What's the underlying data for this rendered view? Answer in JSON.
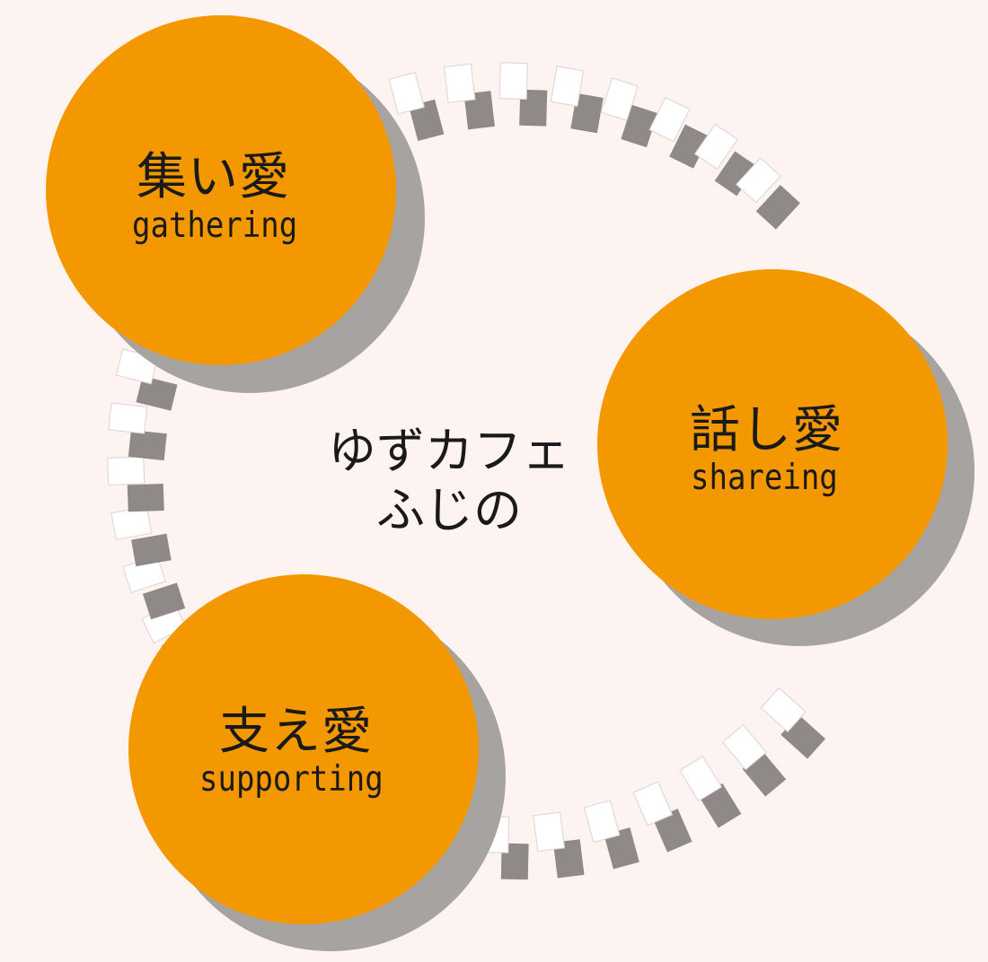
{
  "center": {
    "line1": "ゆずカフェ",
    "line2": "ふじの"
  },
  "nodes": [
    {
      "jp": "集い愛",
      "en": "gathering"
    },
    {
      "jp": "話し愛",
      "en": "shareing"
    },
    {
      "jp": "支え愛",
      "en": "supporting"
    }
  ],
  "colors": {
    "background": "#fdf4f2",
    "circle": "#f39800",
    "shadow": "#a7a3a1",
    "chain": "#ffffff",
    "chain_shadow": "#8f8a88",
    "text": "#1a1a1a"
  }
}
